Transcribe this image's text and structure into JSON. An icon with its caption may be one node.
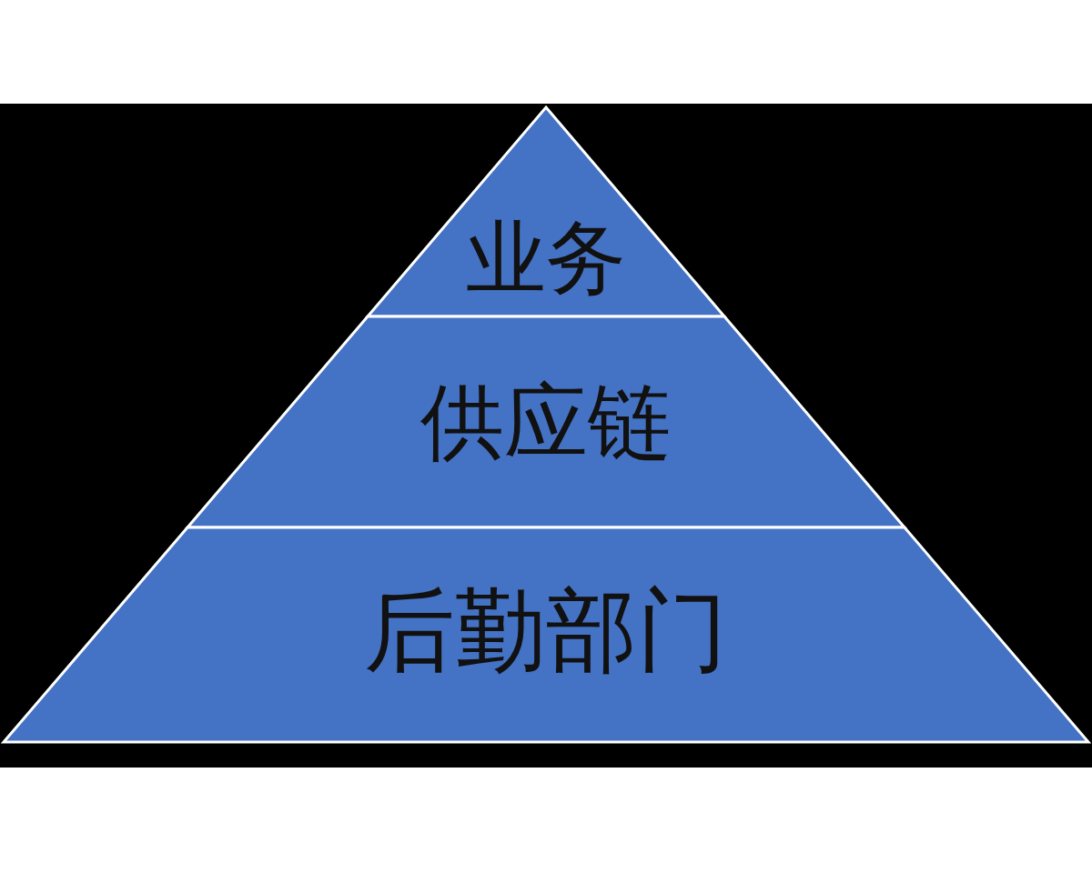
{
  "diagram": {
    "nodes": [
      {
        "text": [
          "业务"
        ]
      },
      {
        "text": [
          "供应链"
        ]
      },
      {
        "text": [
          "后勤部门"
        ]
      }
    ]
  }
}
